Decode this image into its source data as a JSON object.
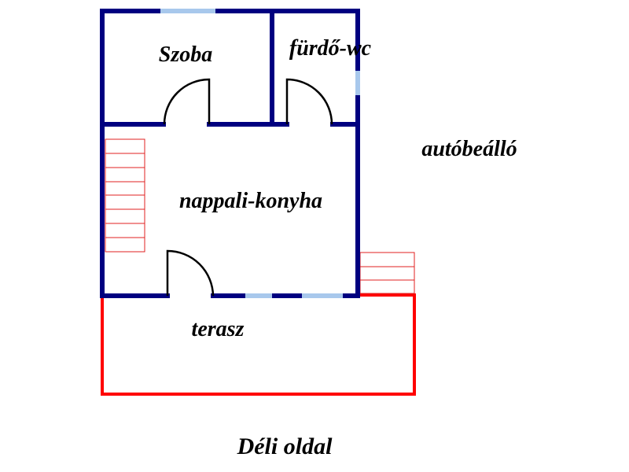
{
  "labels": {
    "szoba": "Szoba",
    "furdo_wc": "fürdő-wc",
    "nappali_konyha": "nappali-konyha",
    "autobeallo": "autóbeálló",
    "terasz": "terasz",
    "deli_oldal": "Déli oldal"
  },
  "colors": {
    "wall": "#000080",
    "window": "#a8c8ec",
    "terrace": "#ff0000",
    "stairs": "#e02020",
    "door": "#000000"
  }
}
